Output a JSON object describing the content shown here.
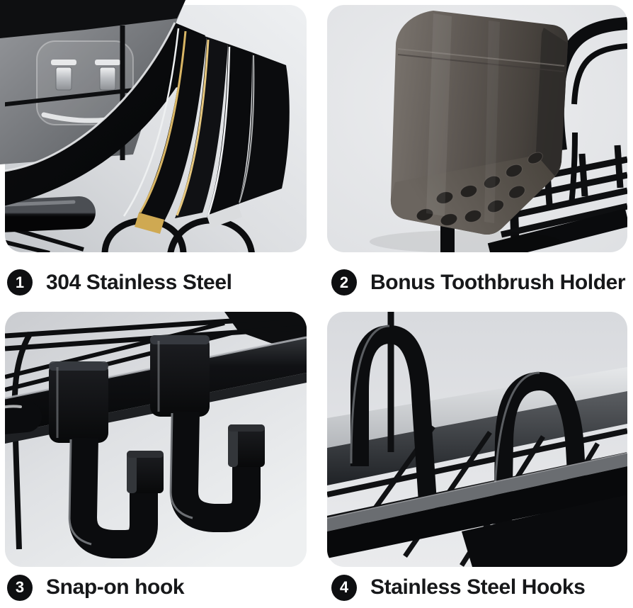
{
  "page": {
    "type": "product-feature-collage",
    "grid": "2x2"
  },
  "features": [
    {
      "number": "1",
      "label": "304 Stainless Steel",
      "photo": "steel-layers-photo"
    },
    {
      "number": "2",
      "label": "Bonus Toothbrush Holder",
      "photo": "toothbrush-holder-photo"
    },
    {
      "number": "3",
      "label": "Snap-on hook",
      "photo": "snap-on-hook-photo"
    },
    {
      "number": "4",
      "label": "Stainless Steel Hooks",
      "photo": "steel-hooks-photo"
    }
  ],
  "colors": {
    "background": "#ffffff",
    "card_background": "#e3e5e7",
    "text": "#17181a",
    "badge_background": "#0e0f11",
    "badge_text": "#ffffff",
    "product_black": "#0b0c0e",
    "gold_accent": "#d9b665",
    "silver_accent": "#d6d8da"
  }
}
